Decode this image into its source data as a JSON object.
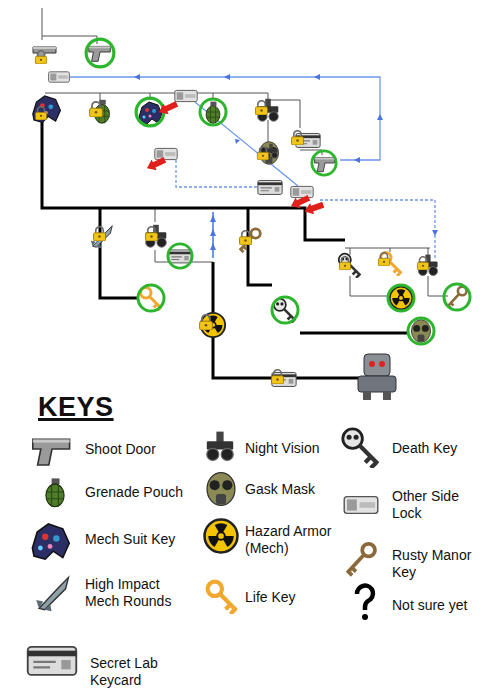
{
  "diagram": {
    "title": "KEYS",
    "legend": [
      {
        "text": "Shoot Door"
      },
      {
        "text": "Grenade Pouch"
      },
      {
        "text": "Mech Suit Key"
      },
      {
        "text": "High Impact Mech Rounds"
      },
      {
        "text": "Secret Lab Keycard"
      },
      {
        "text": "Night Vision"
      },
      {
        "text": "Gask Mask"
      },
      {
        "text": "Hazard Armor (Mech)"
      },
      {
        "text": "Life Key"
      },
      {
        "text": "Death Key"
      },
      {
        "text": "Other Side Lock"
      },
      {
        "text": "Rusty Manor Key"
      },
      {
        "text": "Not sure yet"
      }
    ]
  }
}
